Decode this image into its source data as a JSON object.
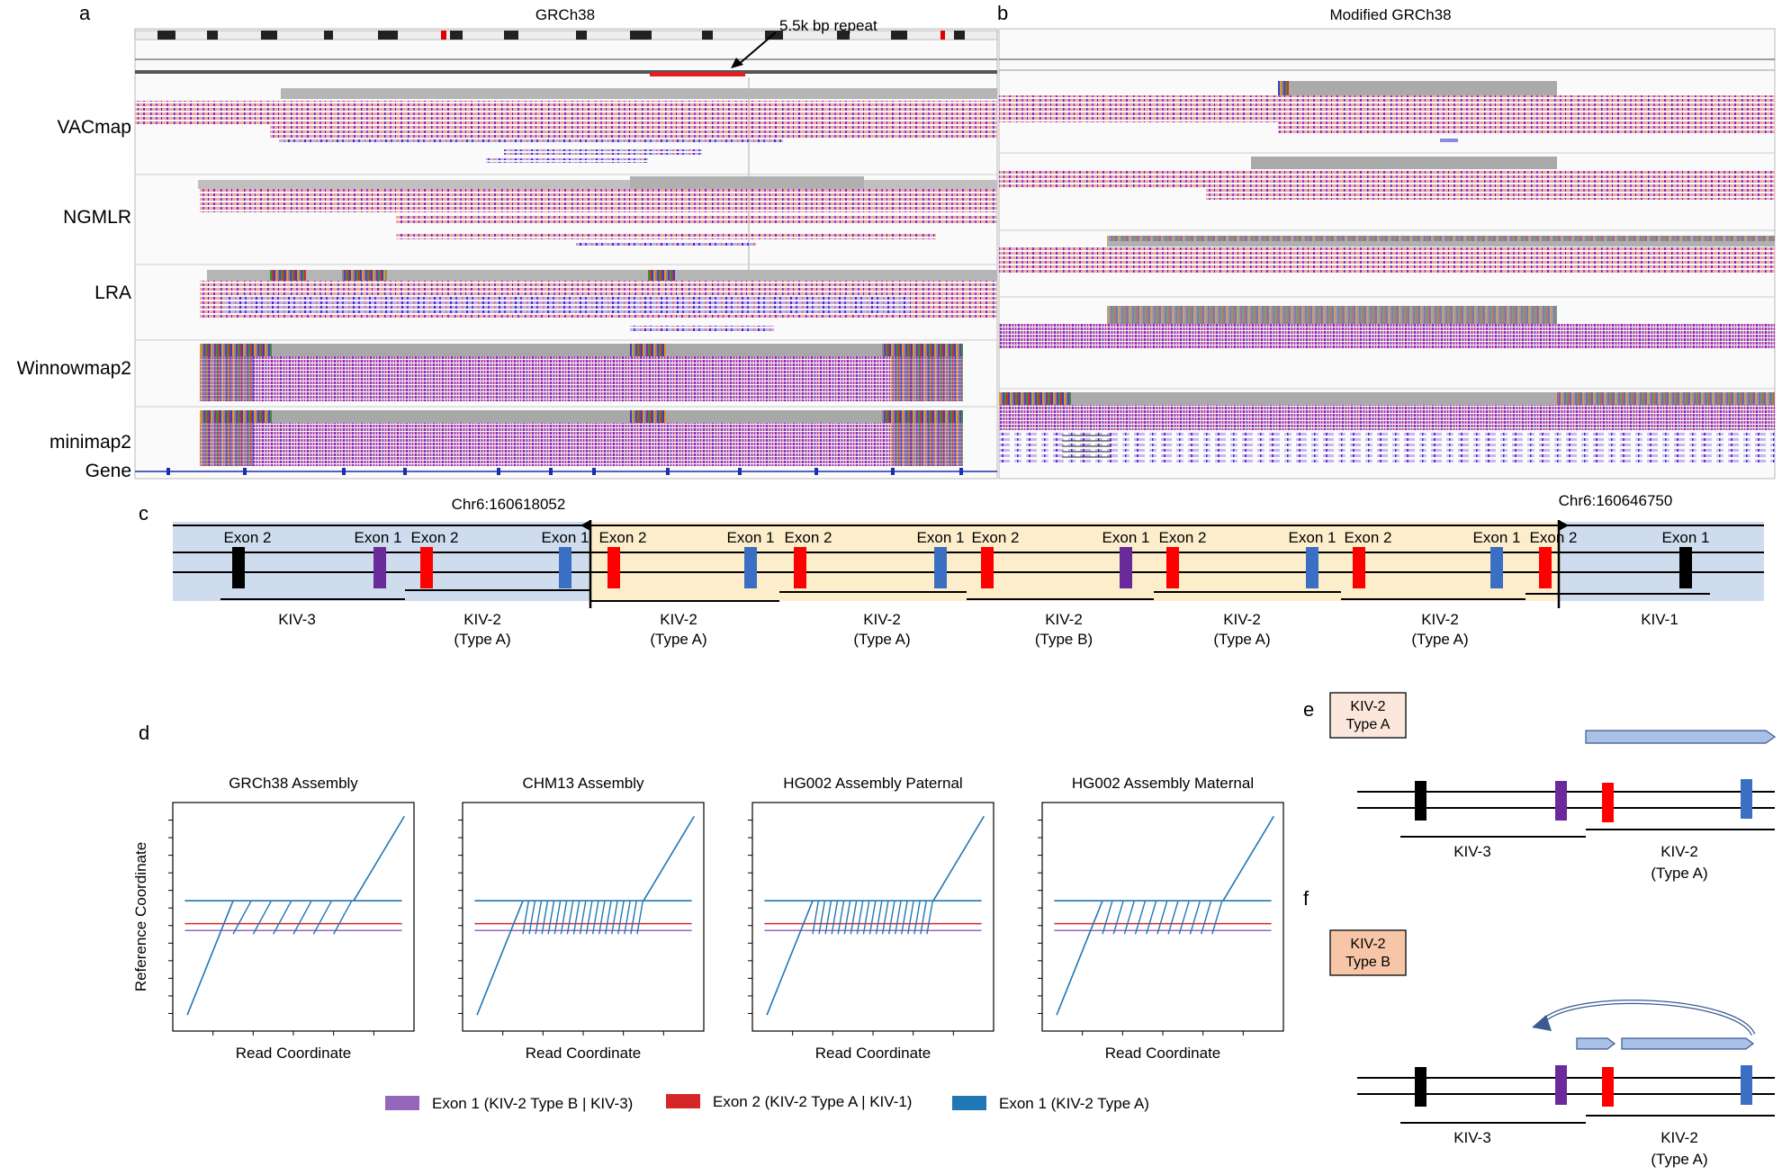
{
  "panels": {
    "a": "a",
    "b": "b",
    "c": "c",
    "d": "d",
    "e": "e",
    "f": "f"
  },
  "panel_a": {
    "title": "GRCh38",
    "annotation": "5.5k bp repeat",
    "tracks": [
      "VACmap",
      "NGMLR",
      "LRA",
      "Winnowmap2",
      "minimap2",
      "Gene"
    ]
  },
  "panel_b": {
    "title": "Modified GRCh38"
  },
  "panel_c": {
    "coord_left": "Chr6:160618052",
    "coord_right": "Chr6:160646750",
    "exon_labels": [
      "Exon 2",
      "Exon 1",
      "Exon 2",
      "Exon 1",
      "Exon 2",
      "Exon 1",
      "Exon 2",
      "Exon 1",
      "Exon 2",
      "Exon 1",
      "Exon 2",
      "Exon 1",
      "Exon 2",
      "Exon 1",
      "Exon 2",
      "Exon 1"
    ],
    "units": [
      {
        "line1": "KIV-3",
        "line2": ""
      },
      {
        "line1": "KIV-2",
        "line2": "(Type A)"
      },
      {
        "line1": "KIV-2",
        "line2": "(Type A)"
      },
      {
        "line1": "KIV-2",
        "line2": "(Type A)"
      },
      {
        "line1": "KIV-2",
        "line2": "(Type B)"
      },
      {
        "line1": "KIV-2",
        "line2": "(Type A)"
      },
      {
        "line1": "KIV-2",
        "line2": "(Type A)"
      },
      {
        "line1": "KIV-1",
        "line2": ""
      }
    ],
    "colors": {
      "exon2": "#ff0000",
      "exon1_typeA": "#3a6fc4",
      "exon1_typeB": "#6a2a9a",
      "kiv3_kiv1_exon": "#000000",
      "highlight": "#fdeecb",
      "background": "#cfdcee"
    }
  },
  "panel_d": {
    "chart_data": [
      {
        "type": "line",
        "title": "GRCh38 Assembly",
        "xlabel": "Read Coordinate",
        "ylabel": "Reference Coordinate",
        "repeat_copies": 6
      },
      {
        "type": "line",
        "title": "CHM13 Assembly",
        "xlabel": "Read Coordinate",
        "ylabel": "",
        "repeat_copies": 19
      },
      {
        "type": "line",
        "title": "HG002 Assembly Paternal",
        "xlabel": "Read Coordinate",
        "ylabel": "",
        "repeat_copies": 19
      },
      {
        "type": "line",
        "title": "HG002 Assembly Maternal",
        "xlabel": "Read Coordinate",
        "ylabel": "",
        "repeat_copies": 11
      }
    ],
    "legend": [
      {
        "label": "Exon 1 (KIV-2 Type B | KIV-3)",
        "color": "#9467bd"
      },
      {
        "label": "Exon 2 (KIV-2 Type A | KIV-1)",
        "color": "#d62728"
      },
      {
        "label": "Exon 1 (KIV-2 Type A)",
        "color": "#1f77b4"
      }
    ]
  },
  "panel_e": {
    "box_line1": "KIV-2",
    "box_line2": "Type A",
    "unit_left": "KIV-3",
    "unit_right_line1": "KIV-2",
    "unit_right_line2": "(Type A)"
  },
  "panel_f": {
    "box_line1": "KIV-2",
    "box_line2": "Type B",
    "unit_left": "KIV-3",
    "unit_right_line1": "KIV-2",
    "unit_right_line2": "(Type A)"
  }
}
